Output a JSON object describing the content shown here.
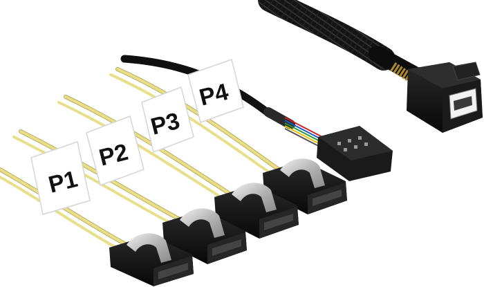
{
  "product": {
    "labels": [
      {
        "id": "p1",
        "text": "P1"
      },
      {
        "id": "p2",
        "text": "P2"
      },
      {
        "id": "p3",
        "text": "P3"
      },
      {
        "id": "p4",
        "text": "P4"
      }
    ]
  },
  "colors": {
    "background": "#ffffff",
    "wire_yellow": "#e8df8a",
    "wire_shadow": "#b8ad5a",
    "connector_black": "#151515",
    "latch_metal": "#c9c9c9",
    "braid": "#1c1c1c",
    "label_paper": "#ffffff",
    "sideband_red": "#cc2222",
    "sideband_blue": "#2255cc",
    "sideband_green": "#229944",
    "copper": "#b08a2e"
  }
}
